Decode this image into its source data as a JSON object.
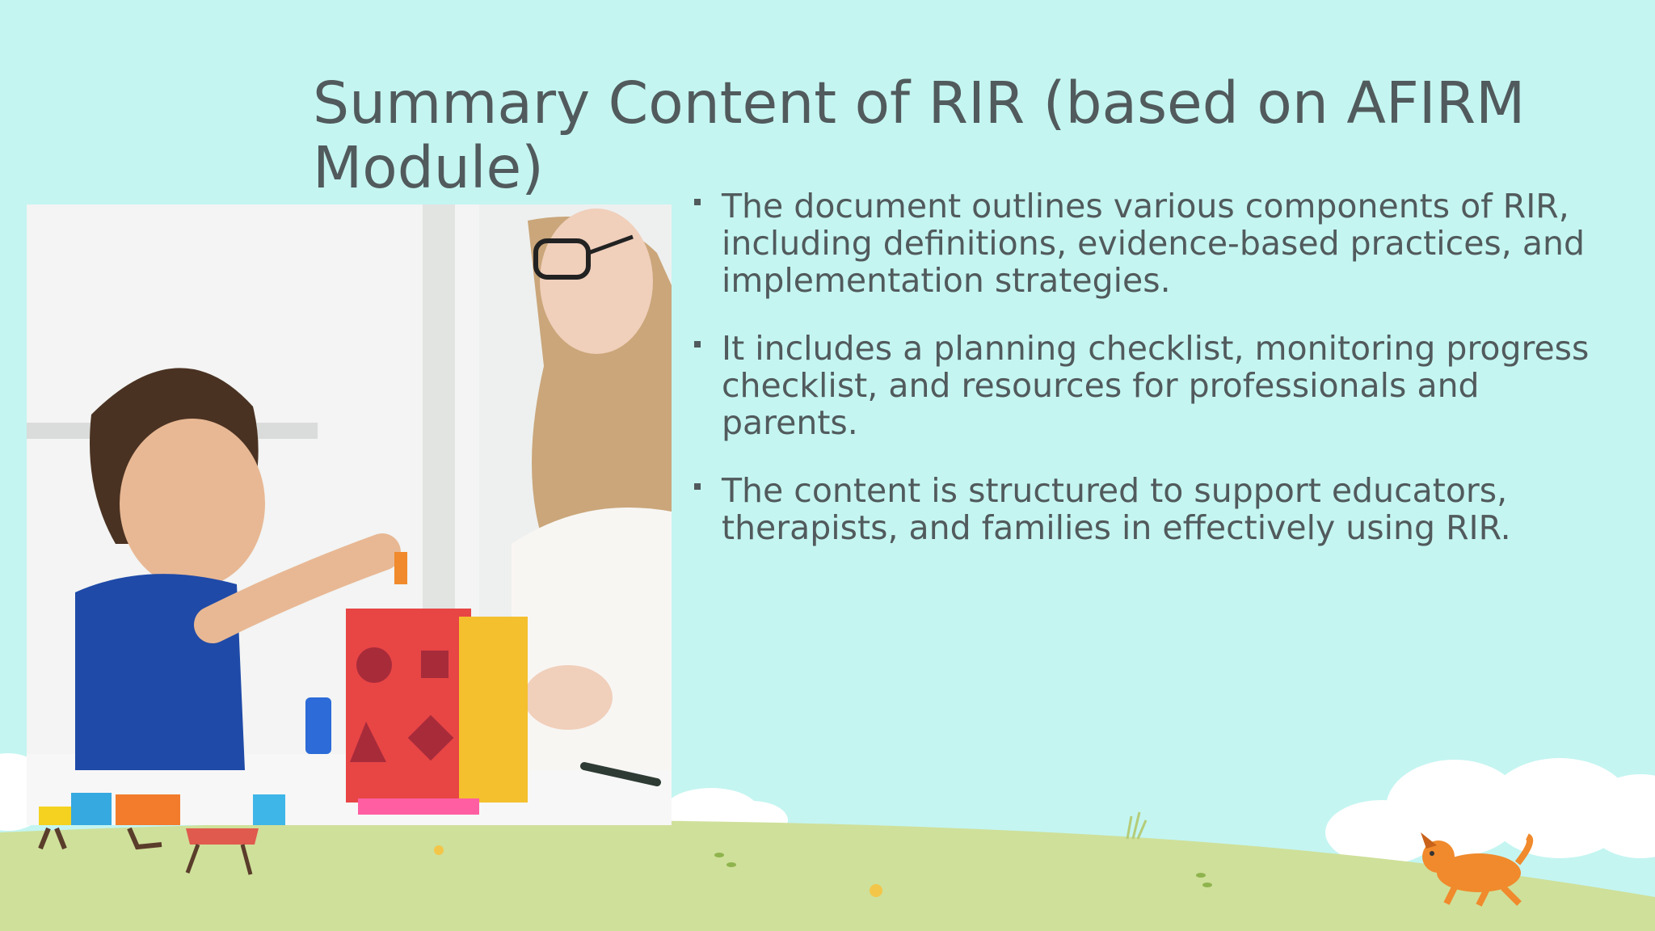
{
  "slide": {
    "title": "Summary Content of RIR (based on AFIRM Module)",
    "bullets": [
      "The document outlines various components of RIR, including definitions, evidence-based practices, and implementation strategies.",
      "It includes a planning checklist, monitoring progress checklist, and resources for professionals and parents.",
      "The content is structured to support educators, therapists, and families in effectively using RIR."
    ]
  },
  "colors": {
    "background": "#c4f5f1",
    "text": "#515a5c",
    "grass": "#cfe09a",
    "cloud": "#ffffff",
    "dog": "#f08a2c"
  },
  "decor": {
    "photo": "child-with-shape-sorter-photo",
    "scene": [
      "grass-hill",
      "clouds",
      "orange-dog",
      "walking-figures",
      "flowers"
    ]
  }
}
